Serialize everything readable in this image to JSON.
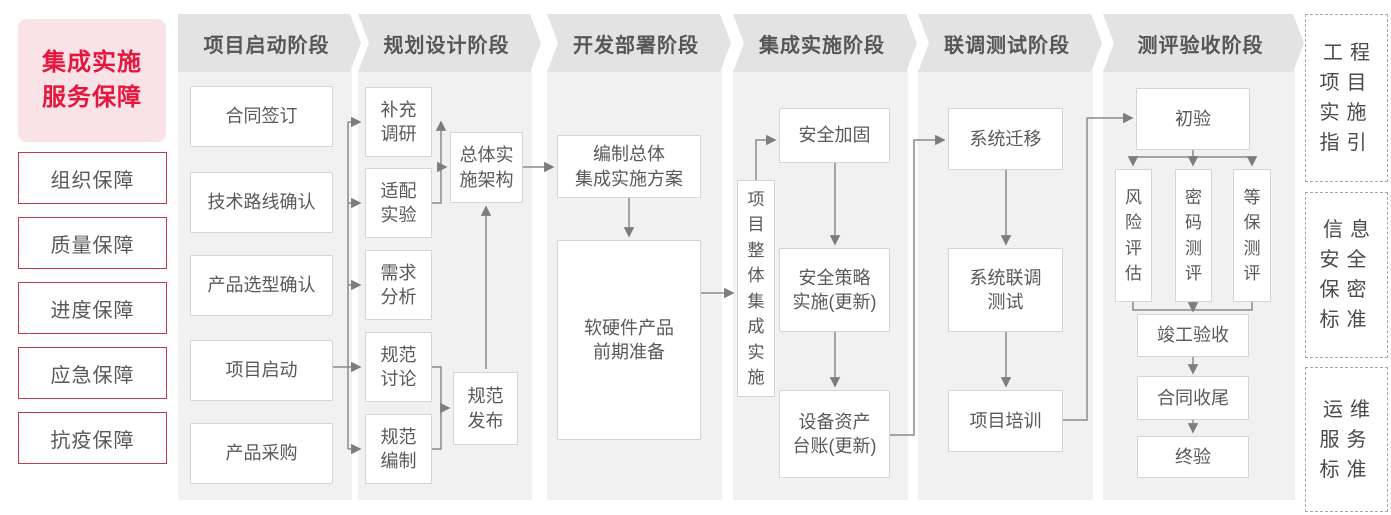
{
  "left_panel": {
    "title": "集成实施\n服务保障",
    "items": [
      {
        "label": "组织保障"
      },
      {
        "label": "质量保障"
      },
      {
        "label": "进度保障"
      },
      {
        "label": "应急保障"
      },
      {
        "label": "抗疫保障"
      }
    ]
  },
  "phases": [
    {
      "label": "项目启动阶段",
      "boxes": [
        {
          "label": "合同签订"
        },
        {
          "label": "技术路线确认"
        },
        {
          "label": "产品选型确认"
        },
        {
          "label": "项目启动"
        },
        {
          "label": "产品采购"
        }
      ]
    },
    {
      "label": "规划设计阶段",
      "boxes": [
        {
          "label": "补充\n调研"
        },
        {
          "label": "适配\n实验"
        },
        {
          "label": "需求\n分析"
        },
        {
          "label": "规范\n讨论"
        },
        {
          "label": "规范\n编制"
        },
        {
          "label": "总体实\n施架构"
        },
        {
          "label": "规范\n发布"
        }
      ]
    },
    {
      "label": "开发部署阶段",
      "boxes": [
        {
          "label": "编制总体\n集成实施方案"
        },
        {
          "label": "软硬件产品\n前期准备"
        }
      ]
    },
    {
      "label": "集成实施阶段",
      "boxes": [
        {
          "label": "项\n目\n整\n体\n集\n成\n实\n施"
        },
        {
          "label": "安全加固"
        },
        {
          "label": "安全策略\n实施(更新)"
        },
        {
          "label": "设备资产\n台账(更新)"
        }
      ]
    },
    {
      "label": "联调测试阶段",
      "boxes": [
        {
          "label": "系统迁移"
        },
        {
          "label": "系统联调\n测试"
        },
        {
          "label": "项目培训"
        }
      ]
    },
    {
      "label": "测评验收阶段",
      "boxes": [
        {
          "label": "初验"
        },
        {
          "label": "风\n险\n评\n估"
        },
        {
          "label": "密\n码\n测\n评"
        },
        {
          "label": "等\n保\n测\n评"
        },
        {
          "label": "竣工验收"
        },
        {
          "label": "合同收尾"
        },
        {
          "label": "终验"
        }
      ]
    }
  ],
  "right_panel": {
    "items": [
      {
        "label": "工程\n项目\n实施\n指引"
      },
      {
        "label": "信息\n安全\n保密\n标准"
      },
      {
        "label": "运维\n服务\n标准"
      }
    ]
  },
  "colors": {
    "accent_red_text": "#e5173f",
    "accent_red_border": "#c23a4e",
    "accent_pink_bg": "#fae3e7",
    "phase_header_bg": "#e3e3e3",
    "column_bg": "#f1f1f1",
    "box_border": "#d4d4d4",
    "text_gray": "#595959",
    "connector_gray": "#8a8a8a"
  }
}
